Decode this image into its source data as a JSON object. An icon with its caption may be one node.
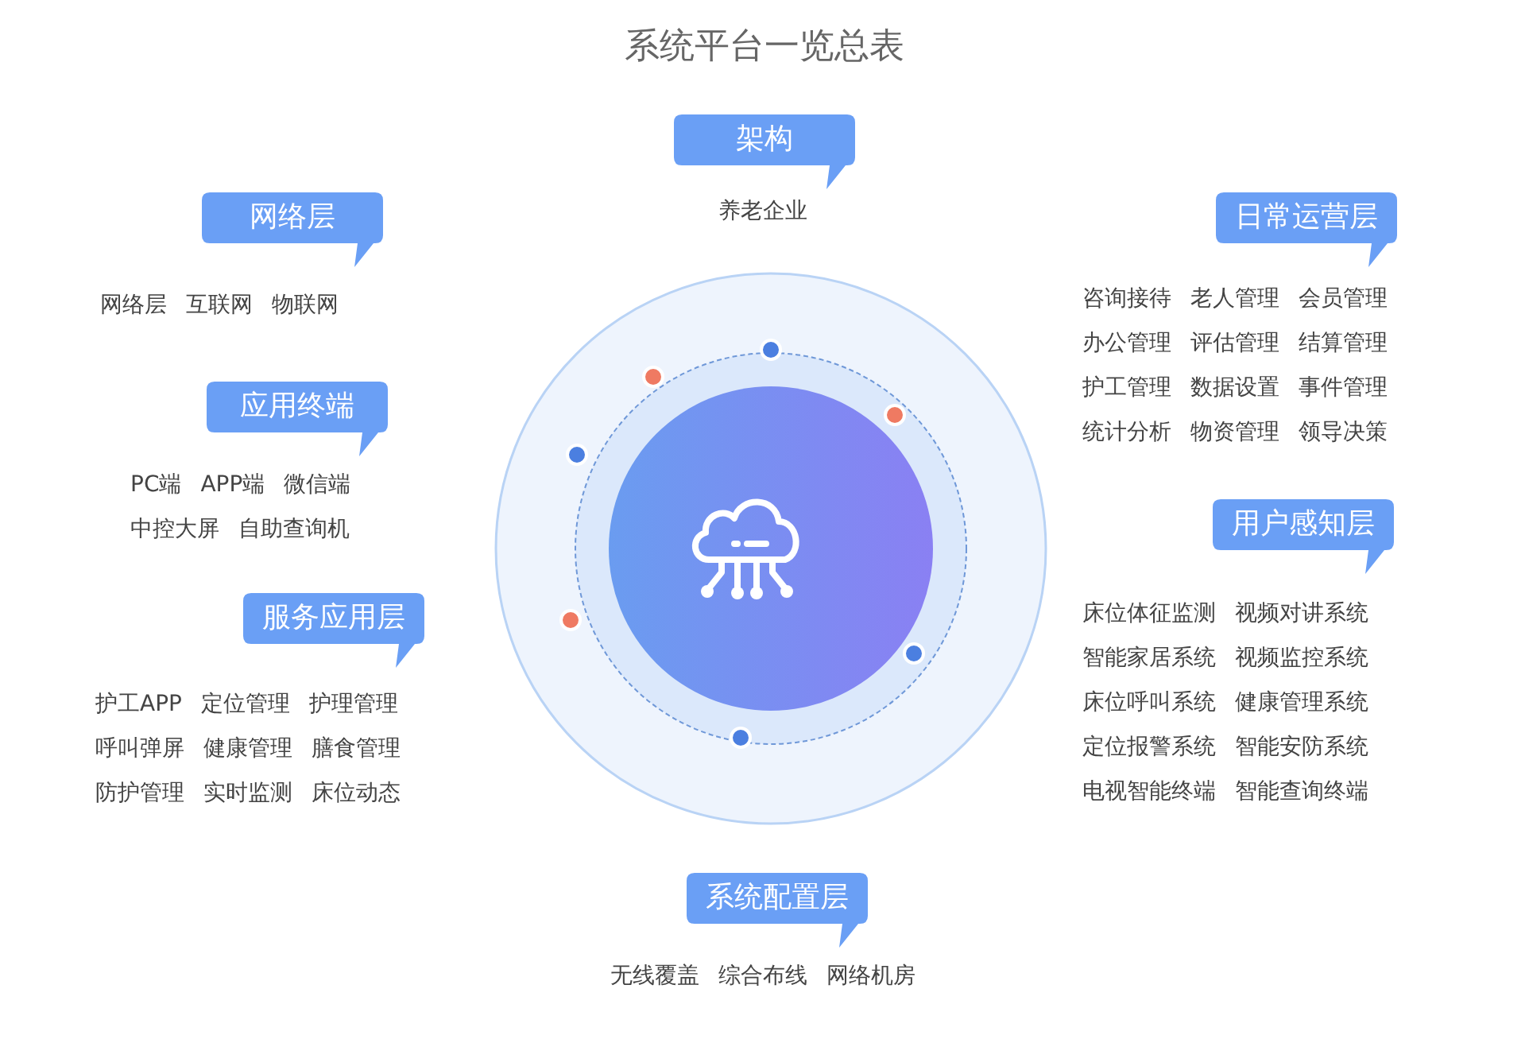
{
  "diagram": {
    "title": "系统平台一览总表",
    "nodes": [
      {
        "text": [
          "架构"
        ],
        "beside": [
          "养老企业"
        ]
      },
      {
        "text": [
          "网络层"
        ],
        "beside": [
          "网络层",
          "互联网",
          "物联网"
        ]
      },
      {
        "text": [
          "日常运营层"
        ],
        "beside": [
          "咨询接待",
          "老人管理",
          "会员管理",
          "办公管理",
          "评估管理",
          "结算管理",
          "护工管理",
          "数据设置",
          "事件管理",
          "统计分析",
          "物资管理",
          "领导决策"
        ]
      },
      {
        "text": [
          "应用终端"
        ],
        "beside": [
          "PC端",
          "APP端",
          "微信端",
          "中控大屏",
          "自助查询机"
        ]
      },
      {
        "text": [
          "用户感知层"
        ],
        "beside": [
          "床位体征监测",
          "视频对讲系统",
          "智能家居系统",
          "视频监控系统",
          "床位呼叫系统",
          "健康管理系统",
          "定位报警系统",
          "智能安防系统",
          "电视智能终端",
          "智能查询终端"
        ]
      },
      {
        "text": [
          "服务应用层"
        ],
        "beside": [
          "护工APP",
          "定位管理",
          "护理管理",
          "呼叫弹屏",
          "健康管理",
          "膳食管理",
          "防护管理",
          "实时监测",
          "床位动态"
        ]
      },
      {
        "text": [
          "系统配置层"
        ],
        "beside": [
          "无线覆盖",
          "综合布线",
          "网络机房"
        ]
      }
    ]
  }
}
